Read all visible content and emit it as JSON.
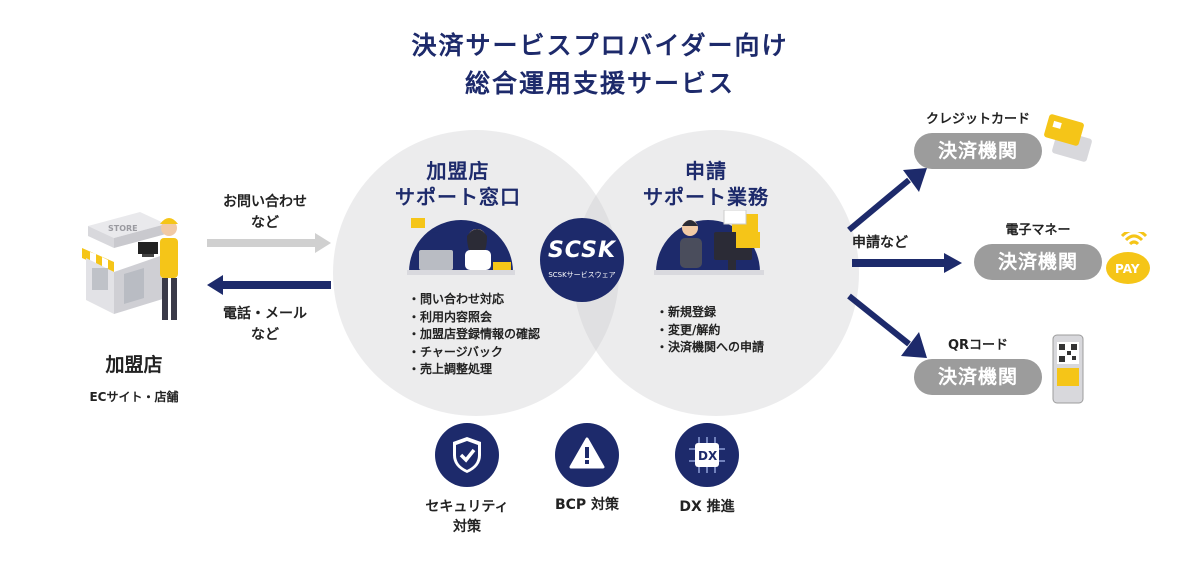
{
  "title": {
    "line1": "決済サービスプロバイダー向け",
    "line2": "総合運用支援サービス"
  },
  "merchant": {
    "label": "加盟店",
    "sub": "ECサイト・店舗",
    "store_sign": "STORE"
  },
  "arrows": {
    "inquiry": {
      "line1": "お問い合わせ",
      "line2": "など"
    },
    "phone": {
      "line1": "電話・メール",
      "line2": "など"
    },
    "apply": "申請など"
  },
  "support": {
    "heading_line1": "加盟店",
    "heading_line2": "サポート窓口",
    "items": [
      "問い合わせ対応",
      "利用内容照会",
      "加盟店登録情報の確認",
      "チャージバック",
      "売上調整処理"
    ]
  },
  "application": {
    "heading_line1": "申請",
    "heading_line2": "サポート業務",
    "items": [
      "新規登録",
      "変更/解約",
      "決済機関への申請"
    ]
  },
  "logo": {
    "name": "SCSK",
    "sub": "SCSKサービスウェア"
  },
  "institutions": [
    {
      "label": "クレジットカード",
      "button": "決済機関",
      "icon": "credit-card-icon"
    },
    {
      "label": "電子マネー",
      "button": "決済機関",
      "icon": "pay-icon",
      "icon_text": "PAY"
    },
    {
      "label": "QRコード",
      "button": "決済機関",
      "icon": "qr-phone-icon"
    }
  ],
  "features": [
    {
      "label_line1": "セキュリティ",
      "label_line2": "対策",
      "icon": "shield-check-icon"
    },
    {
      "label_line1": "BCP 対策",
      "label_line2": "",
      "icon": "warning-icon"
    },
    {
      "label_line1": "DX 推進",
      "label_line2": "",
      "icon": "dx-chip-icon",
      "icon_text": "DX"
    }
  ],
  "colors": {
    "navy": "#1d2a6b",
    "gray_pill": "#9c9c9c",
    "circle": "#e4e4e6",
    "yellow": "#f5c518",
    "arrow_gray": "#d0d0d0"
  }
}
